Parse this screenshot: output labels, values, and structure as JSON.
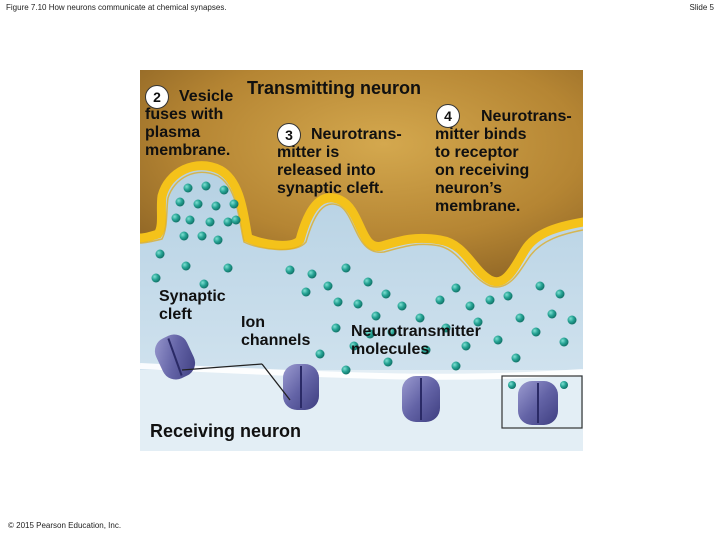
{
  "header": {
    "figure_title": "Figure 7.10 How neurons communicate at chemical synapses.",
    "slide_number": "Slide 5"
  },
  "copyright": "© 2015 Pearson Education, Inc.",
  "diagram": {
    "transmitting_neuron": "Transmitting neuron",
    "receiving_neuron": "Receiving neuron",
    "steps": [
      {
        "number": "2",
        "text": "Vesicle\nfuses with\nplasma\nmembrane."
      },
      {
        "number": "3",
        "text": "Neurotrans-\nmitter is\nreleased into\nsynaptic cleft."
      },
      {
        "number": "4",
        "text": "Neurotrans-\nmitter binds\nto receptor\non receiving\nneuron’s\nmembrane."
      }
    ],
    "labels": {
      "synaptic_cleft": "Synaptic\ncleft",
      "ion_channels": "Ion\nchannels",
      "neurotransmitter_molecules": "Neurotransmitter\nmolecules"
    }
  },
  "colors": {
    "transmitting_cytoplasm": "#b0822c",
    "membrane": "#f4c21a",
    "synaptic_cleft": "#bcd7e8",
    "receiving_cytoplasm": "#d2e4ef",
    "neurotransmitter": "#2aa79a",
    "ion_channel": "#6a6aa8"
  }
}
